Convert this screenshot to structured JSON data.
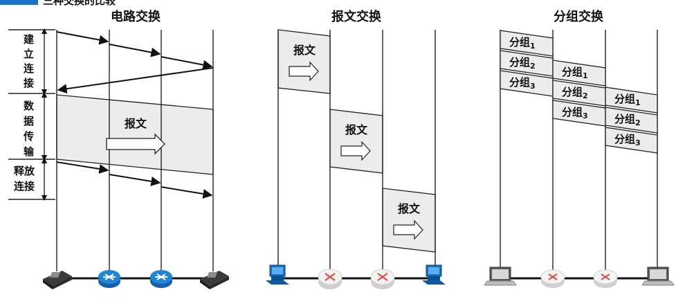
{
  "header": {
    "titles": [
      "电路交换",
      "报文交换",
      "分组交换"
    ],
    "top_left_fragment": "三种交换的比较"
  },
  "circuit": {
    "phases": [
      "建立连接",
      "数据传输",
      "释放连接"
    ],
    "message_label": "报文"
  },
  "message_switching": {
    "labels": [
      "报文",
      "报文",
      "报文"
    ]
  },
  "packet_switching": {
    "packet_base": "分组",
    "packet_numbers": [
      "1",
      "2",
      "3"
    ]
  },
  "devices": {
    "circuit": [
      "phone-icon",
      "switch-icon",
      "switch-icon",
      "phone-icon"
    ],
    "message": [
      "computer-icon",
      "router-icon",
      "router-icon",
      "computer-icon"
    ],
    "packet": [
      "laptop-icon",
      "router-icon",
      "router-icon",
      "laptop-icon"
    ]
  },
  "colors": {
    "band_fill": "#ececec",
    "accent_blue": "#1a73c9",
    "router_x": "#e04a4a"
  }
}
